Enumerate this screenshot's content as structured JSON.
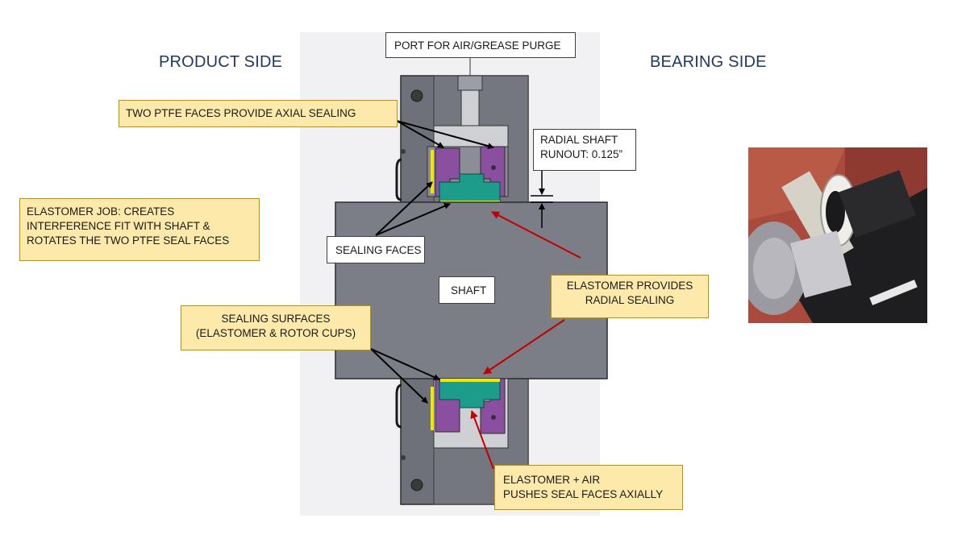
{
  "titles": {
    "product_side": "PRODUCT SIDE",
    "bearing_side": "BEARING SIDE"
  },
  "labels": {
    "port": "PORT FOR AIR/GREASE PURGE",
    "ptfe_faces": "TWO PTFE FACES PROVIDE AXIAL SEALING",
    "runout_line1": "RADIAL SHAFT",
    "runout_line2": "RUNOUT: 0.125”",
    "elastomer_job_line1": "ELASTOMER JOB: CREATES",
    "elastomer_job_line2": "INTERFERENCE FIT WITH SHAFT &",
    "elastomer_job_line3": "ROTATES THE TWO PTFE SEAL FACES",
    "sealing_faces": "SEALING FACES",
    "shaft": "SHAFT",
    "elastomer_radial_line1": "ELASTOMER PROVIDES",
    "elastomer_radial_line2": "RADIAL SEALING",
    "sealing_surfaces_line1": "SEALING SURFACES",
    "sealing_surfaces_line2": "(ELASTOMER & ROTOR CUPS)",
    "elastomer_air_line1": "ELASTOMER + AIR",
    "elastomer_air_line2": "PUSHES SEAL FACES AXIALLY"
  },
  "colors": {
    "housing": "#6e7179",
    "shaft": "#7b7e86",
    "bore": "#cfd0d4",
    "ptfe_face": "#8a4f9e",
    "elastomer": "#1d9c8c",
    "sealing_line": "#f2e600",
    "callout_fill": "#fde9a9",
    "callout_border": "#bf9000",
    "arrow_black": "#000000",
    "arrow_red": "#c00000",
    "title": "#1f3864"
  }
}
